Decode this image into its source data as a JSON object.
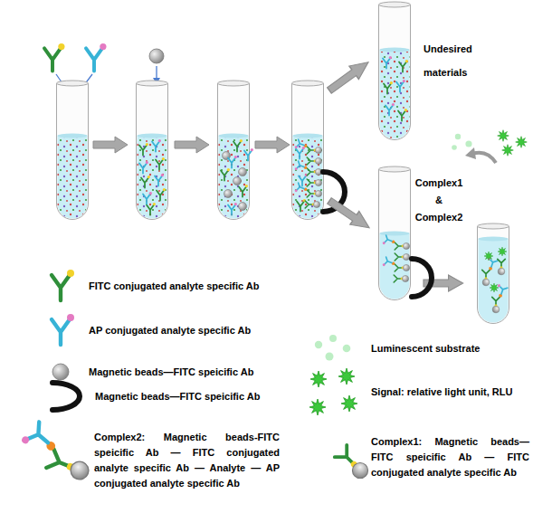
{
  "diagram": {
    "nodes": [
      {
        "text": [
          "Undesired materials"
        ]
      },
      {
        "text": [
          "Complex1 & Complex2"
        ]
      }
    ],
    "legend": [
      {
        "text": "FITC conjugated analyte specific Ab"
      },
      {
        "text": "AP conjugated analyte specific Ab"
      },
      {
        "text": "Magnetic beads—FITC speicific Ab"
      },
      {
        "text": "Magnetic beads—FITC speicific Ab"
      },
      {
        "text": "Luminescent substrate"
      },
      {
        "text": "Signal: relative light unit, RLU"
      },
      {
        "text": "Complex2: Magnetic beads-FITC speicific Ab — FITC conjugated analyte specific Ab — Analyte — AP conjugated analyte specific Ab"
      },
      {
        "text": "Complex1: Magnetic beads— FITC speicific Ab — FITC conjugated analyte specific Ab"
      }
    ]
  }
}
